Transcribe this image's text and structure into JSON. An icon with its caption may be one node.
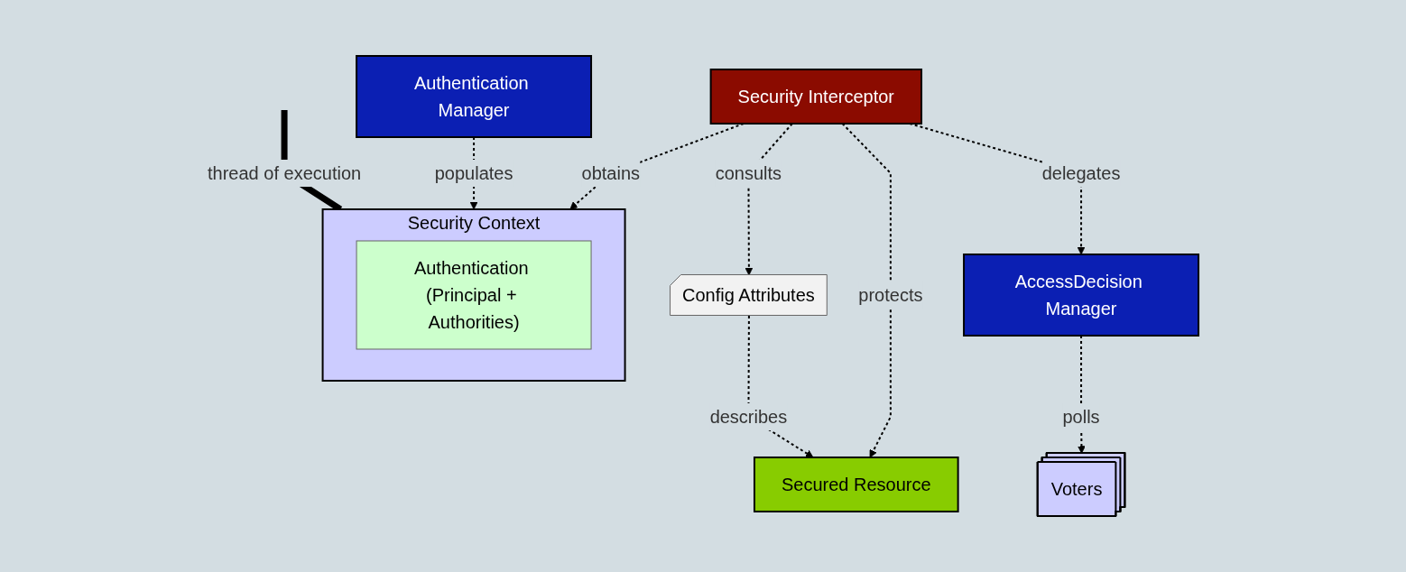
{
  "diagram": {
    "nodes": [
      {
        "text": [
          "Authentication Manager"
        ]
      },
      {
        "text": [
          "AccessDecision Manager"
        ]
      },
      {
        "text": [
          "Security Interceptor"
        ]
      },
      {
        "text": [
          "Voters"
        ]
      },
      {
        "text": [
          "Config Attributes"
        ]
      },
      {
        "text": [
          "Security Context"
        ]
      },
      {
        "text": [
          "Authentication (Principal + Authorities)"
        ],
        "in": 5
      },
      {
        "text": [
          "Secured Resource"
        ]
      }
    ],
    "edges": [
      {
        "from": 0,
        "to": 5,
        "arrow": "to",
        "label": "populates",
        "style": "dashed"
      },
      {
        "from": 2,
        "to": 1,
        "arrow": "to",
        "label": "delegates",
        "style": "dashed"
      },
      {
        "from": 1,
        "to": 3,
        "arrow": "to",
        "label": "polls",
        "style": "dashed"
      },
      {
        "from": 2,
        "to": 5,
        "arrow": "to",
        "label": "obtains",
        "style": "dashed"
      },
      {
        "from": 2,
        "to": 7,
        "arrow": "to",
        "label": "protects",
        "style": "dashed"
      },
      {
        "from": 2,
        "to": 4,
        "arrow": "to",
        "label": "consults",
        "style": "dashed"
      },
      {
        "from": 4,
        "to": 7,
        "arrow": "to",
        "label": "describes",
        "style": "dashed"
      },
      {
        "from": null,
        "to": 5,
        "arrow": "none",
        "label": "thread of execution",
        "style": "thick"
      }
    ]
  }
}
